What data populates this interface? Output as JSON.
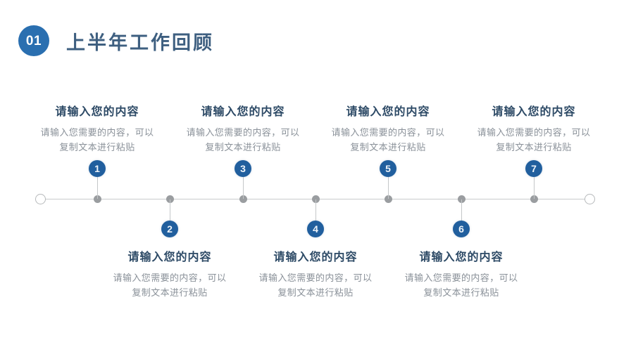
{
  "header": {
    "badge": "01",
    "title": "上半年工作回顾"
  },
  "colors": {
    "badge_blue": "#2a6fb0",
    "title_blue": "#3e5f80",
    "marker_blue": "#215f9e",
    "heading_blue": "#2d4a66",
    "body_gray": "#8a9199",
    "line_gray": "#c9cbcd",
    "dot_gray": "#9a9da0",
    "background": "#ffffff"
  },
  "timeline": {
    "endpoint_left": "endpoint-circle",
    "endpoint_right": "endpoint-circle",
    "nodes": [
      {
        "number": "1",
        "position": "up",
        "heading": "请输入您的内容",
        "body_line1": "请输入您需要的内容，可以",
        "body_line2": "复制文本进行粘贴"
      },
      {
        "number": "2",
        "position": "down",
        "heading": "请输入您的内容",
        "body_line1": "请输入您需要的内容，可以",
        "body_line2": "复制文本进行粘贴"
      },
      {
        "number": "3",
        "position": "up",
        "heading": "请输入您的内容",
        "body_line1": "请输入您需要的内容，可以",
        "body_line2": "复制文本进行粘贴"
      },
      {
        "number": "4",
        "position": "down",
        "heading": "请输入您的内容",
        "body_line1": "请输入您需要的内容，可以",
        "body_line2": "复制文本进行粘贴"
      },
      {
        "number": "5",
        "position": "up",
        "heading": "请输入您的内容",
        "body_line1": "请输入您需要的内容，可以",
        "body_line2": "复制文本进行粘贴"
      },
      {
        "number": "6",
        "position": "down",
        "heading": "请输入您的内容",
        "body_line1": "请输入您需要的内容，可以",
        "body_line2": "复制文本进行粘贴"
      },
      {
        "number": "7",
        "position": "up",
        "heading": "请输入您的内容",
        "body_line1": "请输入您需要的内容，可以",
        "body_line2": "复制文本进行粘贴"
      }
    ]
  }
}
